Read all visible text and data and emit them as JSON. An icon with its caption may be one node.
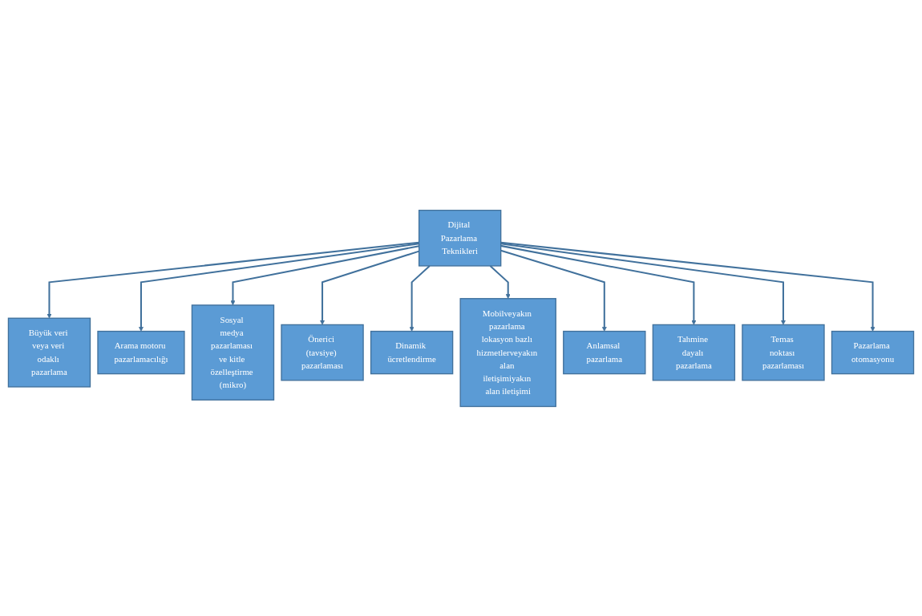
{
  "diagram": {
    "nodes": [
      {
        "text": [
          "Dijital Pazarlama Teknikleri"
        ]
      },
      {
        "text": [
          "Büyük veri veya veri odaklı pazarlama"
        ]
      },
      {
        "text": [
          "Arama motoru pazarlamacılığı"
        ]
      },
      {
        "text": [
          "Sosyal medya pazarlaması ve kitle özelleştirme (mikro)"
        ]
      },
      {
        "text": [
          "Önerici (tavsiye) pazarlaması"
        ]
      },
      {
        "text": [
          "Dinamik ücretlendirme"
        ]
      },
      {
        "text": [
          "Mobilveyakın pazarlama lokasyon bazlı hizmetlerveyakın alan iletişimiyakın alan iletişimi"
        ]
      },
      {
        "text": [
          "Anlamsal pazarlama"
        ]
      },
      {
        "text": [
          "Tahmine dayalı pazarlama"
        ]
      },
      {
        "text": [
          "Temas noktası pazarlaması"
        ]
      },
      {
        "text": [
          "Pazarlama otomasyonu"
        ]
      }
    ],
    "edges": [
      {
        "from": 0,
        "to": 1,
        "arrow": "to"
      },
      {
        "from": 0,
        "to": 2,
        "arrow": "to"
      },
      {
        "from": 0,
        "to": 3,
        "arrow": "to"
      },
      {
        "from": 0,
        "to": 4,
        "arrow": "to"
      },
      {
        "from": 0,
        "to": 5,
        "arrow": "to"
      },
      {
        "from": 0,
        "to": 6,
        "arrow": "to"
      },
      {
        "from": 0,
        "to": 7,
        "arrow": "to"
      },
      {
        "from": 0,
        "to": 8,
        "arrow": "to"
      },
      {
        "from": 0,
        "to": 9,
        "arrow": "to"
      },
      {
        "from": 0,
        "to": 10,
        "arrow": "to"
      }
    ]
  }
}
